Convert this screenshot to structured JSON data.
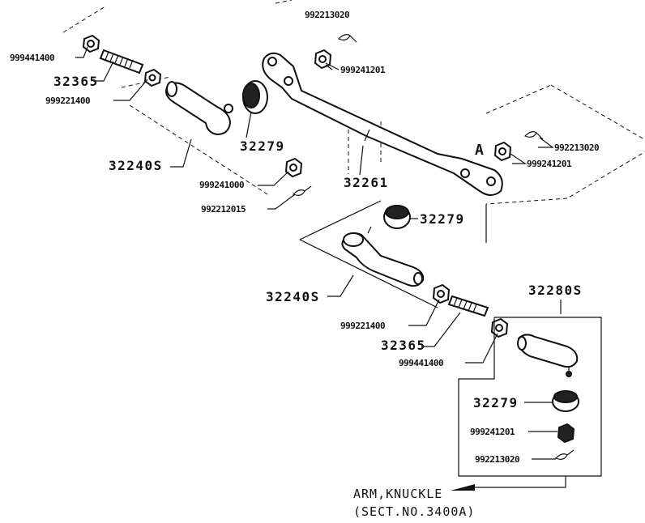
{
  "labels": {
    "top_cotter": "992213020",
    "nut_left_top": "999441400",
    "bolt_left_top": "32365",
    "locknut_left_top": "999221400",
    "nut_center_top": "999241201",
    "bushing_upper": "32279",
    "tie_rod_end_upper": "32240S",
    "nut_upper_end": "999241000",
    "cotter_upper_end": "992212015",
    "drag_link": "32261",
    "view_a": "A",
    "cotter_right": "992213020",
    "nut_right": "999241201",
    "bushing_lower": "32279",
    "tie_rod_end_lower": "32240S",
    "assembly_kit": "32280S",
    "locknut_lower": "999221400",
    "bolt_lower": "32365",
    "nut_lower": "999441400",
    "kit_bushing": "32279",
    "kit_nut": "999241201",
    "kit_cotter": "992213020",
    "ref_line1": "ARM,KNUCKLE",
    "ref_line2": "(SECT.NO.3400A)"
  }
}
